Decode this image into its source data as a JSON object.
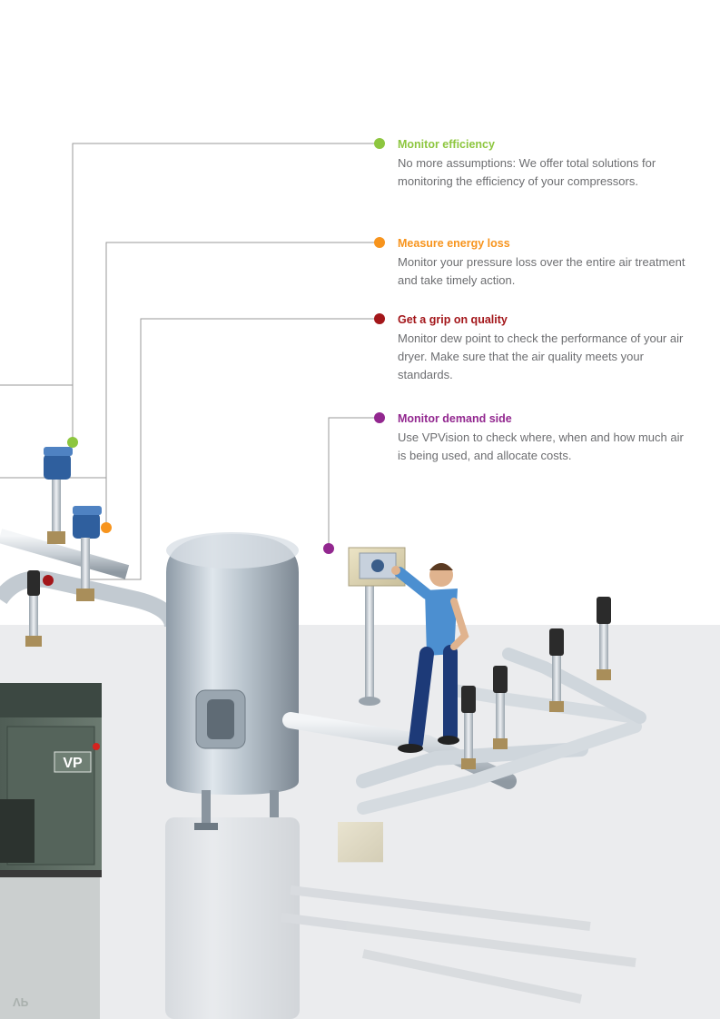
{
  "colors": {
    "green": "#8dc63f",
    "orange": "#f7941d",
    "red": "#a3161a",
    "purple": "#92278f",
    "line": "#9a9a9a",
    "body_text": "#6d6e71"
  },
  "callouts": [
    {
      "id": "efficiency",
      "title": "Monitor efficiency",
      "text": "No more assumptions: We offer total solutions for monitoring the efficiency of your compressors.",
      "color": "#8dc63f"
    },
    {
      "id": "energy",
      "title": "Measure energy loss",
      "text": "Monitor your pressure loss over the entire air treatment and take timely action.",
      "color": "#f7941d"
    },
    {
      "id": "quality",
      "title": "Get a grip on quality",
      "text": "Monitor dew point to check the performance of your air dryer. Make sure that the air quality meets your standards.",
      "color": "#a3161a"
    },
    {
      "id": "demand",
      "title": "Monitor demand side",
      "text": "Use VPVision to check where, when and how much air is being used, and allocate costs.",
      "color": "#92278f"
    }
  ],
  "illustration": {
    "compressor_logo": "VP",
    "reflection_logo": "VP",
    "icons": [
      "compressor",
      "air-receiver-tank",
      "flow-meter",
      "display-panel",
      "operator",
      "pipe-network"
    ]
  }
}
